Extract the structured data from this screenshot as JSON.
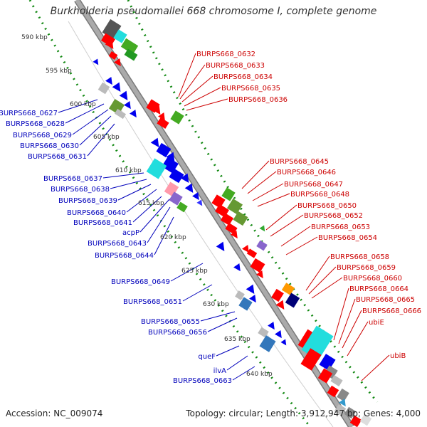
{
  "title": "Burkholderia pseudomallei 668 chromosome I, complete genome",
  "footer": {
    "accession": "Accession: NC_009074",
    "topology": "Topology: circular; Length: 3,912,947 bp; Genes: 4,000"
  },
  "colors": {
    "forward_gene": "#ff0000",
    "reverse_gene": "#0000ee",
    "forward_label": "#cc0000",
    "reverse_label": "#0000bb",
    "backbone": "#aaaaaa",
    "dotted_track": "#118811",
    "kbp_label": "#333333"
  },
  "kbp_ticks": [
    "590 kbp",
    "595 kbp",
    "600 kbp",
    "605 kbp",
    "610 kbp",
    "615 kbp",
    "620 kbp",
    "625 kbp",
    "630 kbp",
    "635 kbp",
    "640 kbp"
  ],
  "forward_labels": [
    "BURPS668_0632",
    "BURPS668_0633",
    "BURPS668_0634",
    "BURPS668_0635",
    "BURPS668_0636",
    "BURPS668_0645",
    "BURPS668_0646",
    "BURPS668_0647",
    "BURPS668_0648",
    "BURPS668_0650",
    "BURPS668_0652",
    "BURPS668_0653",
    "BURPS668_0654",
    "BURPS668_0658",
    "BURPS668_0659",
    "BURPS668_0660",
    "BURPS668_0664",
    "BURPS668_0665",
    "BURPS668_0666",
    "ubiE",
    "ubiB"
  ],
  "reverse_labels": [
    "BURPS668_0627",
    "BURPS668_0628",
    "BURPS668_0629",
    "BURPS668_0630",
    "BURPS668_0631",
    "BURPS668_0637",
    "BURPS668_0638",
    "BURPS668_0639",
    "BURPS668_0640",
    "BURPS668_0641",
    "acpP",
    "BURPS668_0643",
    "BURPS668_0644",
    "BURPS668_0649",
    "BURPS668_0651",
    "BURPS668_0655",
    "BURPS668_0656",
    "queF",
    "ilvA",
    "BURPS668_0663"
  ]
}
